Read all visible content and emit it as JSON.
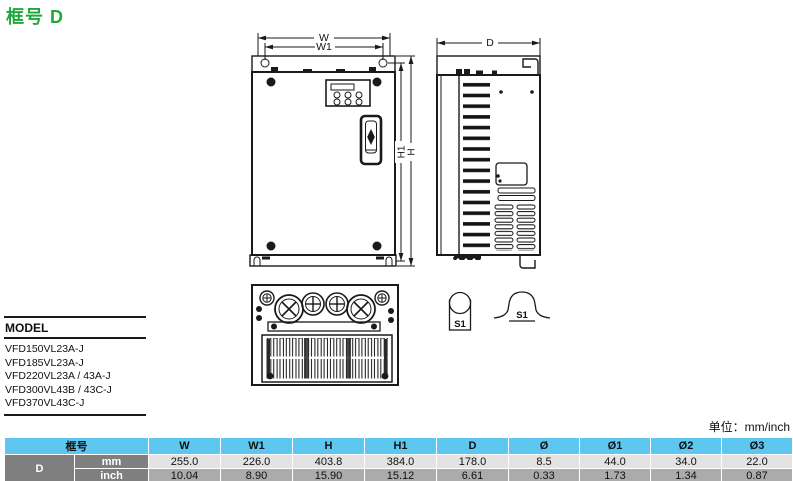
{
  "page": {
    "title": "框号 D",
    "unit_label": "单位：mm/inch"
  },
  "colors": {
    "accent_green": "#1FA93C",
    "table_header_blue": "#5EC7F0",
    "table_dark_gray": "#7F7F7F",
    "row_mm_gray": "#E3E3E3",
    "row_inch_gray": "#ABABAB"
  },
  "model_panel": {
    "heading": "MODEL",
    "models": [
      "VFD150VL23A-J",
      "VFD185VL23A-J",
      "VFD220VL23A / 43A-J",
      "VFD300VL43B / 43C-J",
      "VFD370VL43C-J"
    ]
  },
  "drawing": {
    "dim_w": "W",
    "dim_w1": "W1",
    "dim_h": "H",
    "dim_h1": "H1",
    "dim_d": "D",
    "s1_keyhole_label": "S1",
    "s1_bump_label": "S1"
  },
  "dimension_table": {
    "frame_header": "框号",
    "frame": "D",
    "columns": [
      "W",
      "W1",
      "H",
      "H1",
      "D",
      "Ø",
      "Ø1",
      "Ø2",
      "Ø3"
    ],
    "rows": [
      {
        "unit": "mm",
        "values": [
          "255.0",
          "226.0",
          "403.8",
          "384.0",
          "178.0",
          "8.5",
          "44.0",
          "34.0",
          "22.0"
        ]
      },
      {
        "unit": "inch",
        "values": [
          "10.04",
          "8.90",
          "15.90",
          "15.12",
          "6.61",
          "0.33",
          "1.73",
          "1.34",
          "0.87"
        ]
      }
    ]
  }
}
